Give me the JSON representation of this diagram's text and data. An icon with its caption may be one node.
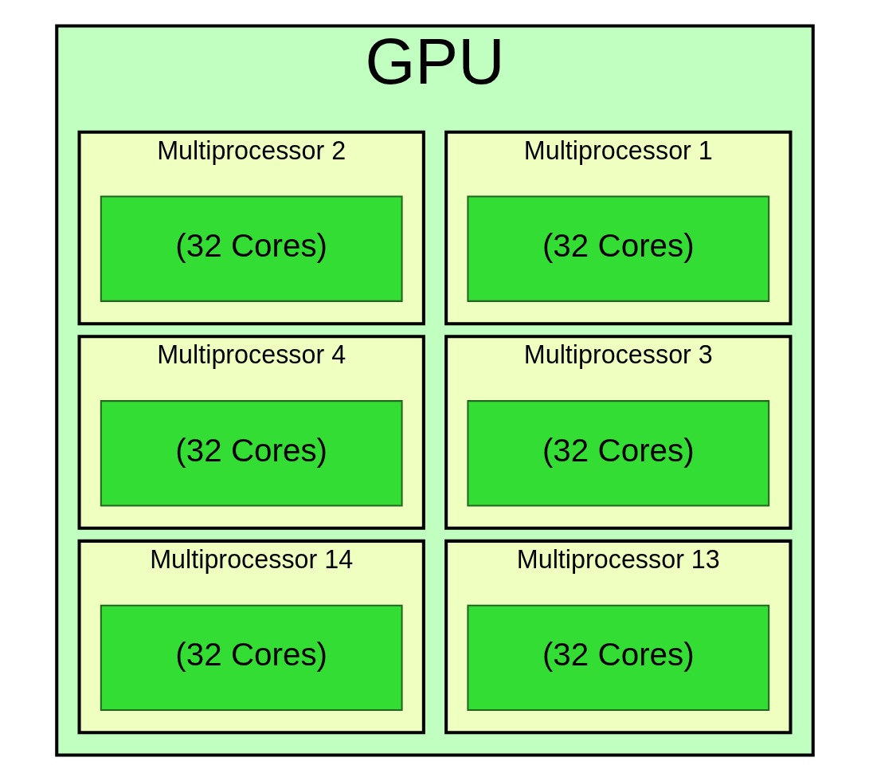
{
  "diagram": {
    "nodes": [
      {
        "text": [
          "GPU"
        ]
      },
      {
        "text": [
          "Multiprocessor 1"
        ],
        "in": 0
      },
      {
        "text": [
          "(32 Cores)"
        ],
        "in": 1
      },
      {
        "text": [
          "Multiprocessor 2"
        ],
        "in": 0
      },
      {
        "text": [
          "(32 Cores)"
        ],
        "in": 3
      },
      {
        "text": [
          "Multiprocessor 3"
        ],
        "in": 0
      },
      {
        "text": [
          "(32 Cores)"
        ],
        "in": 5
      },
      {
        "text": [
          "Multiprocessor 4"
        ],
        "in": 0
      },
      {
        "text": [
          "(32 Cores)"
        ],
        "in": 7
      },
      {
        "text": [
          "Multiprocessor 13"
        ],
        "in": 0
      },
      {
        "text": [
          "(32 Cores)"
        ],
        "in": 9
      },
      {
        "text": [
          "Multiprocessor 14"
        ],
        "in": 0
      },
      {
        "text": [
          "(32 Cores)"
        ],
        "in": 11
      }
    ],
    "edges": []
  }
}
